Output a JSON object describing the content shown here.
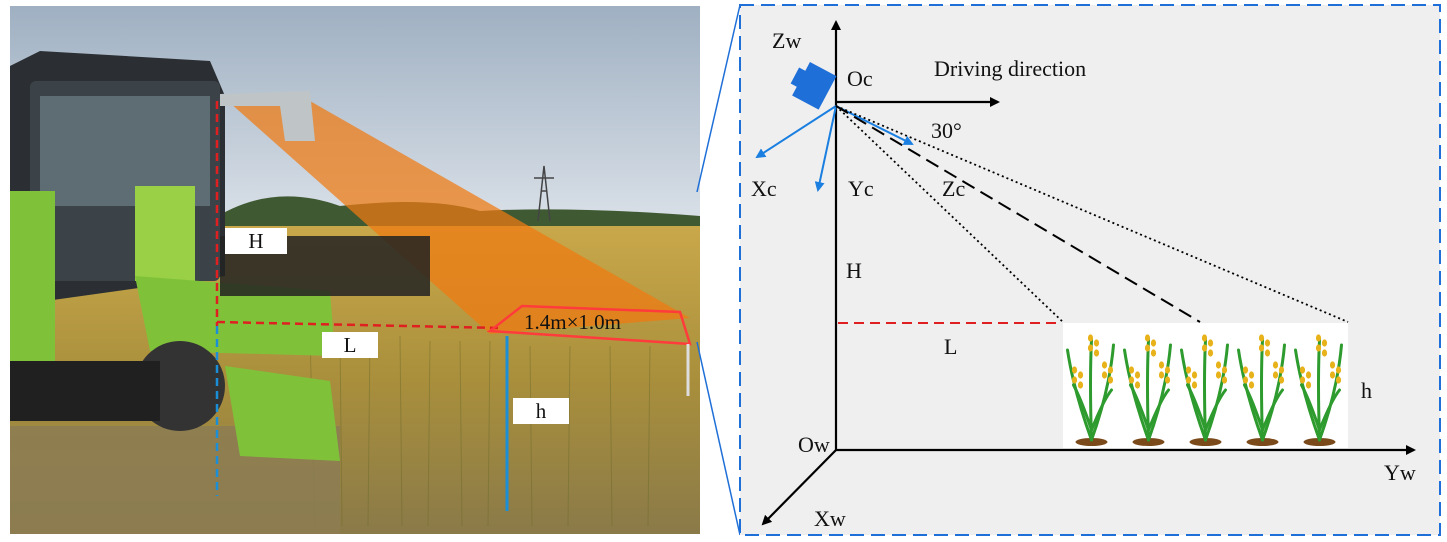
{
  "photo": {
    "labels": {
      "H": "H",
      "L": "L",
      "h": "h",
      "area": "1.4m×1.0m"
    },
    "colors": {
      "sky": "#a9b8c8",
      "field": "#b39a45",
      "harvester": "#7fc23a",
      "camera_fov": "#f07a10",
      "height_line": "#e02020",
      "crop_line": "#1a8fd8",
      "area_box": "#ff3b3b"
    }
  },
  "diagram": {
    "labels": {
      "Zw": "Zw",
      "Oc": "Oc",
      "driving_direction": "Driving direction",
      "angle": "30°",
      "Xc": "Xc",
      "Yc": "Yc",
      "Zc": "Zc",
      "H": "H",
      "L": "L",
      "h": "h",
      "Ow": "Ow",
      "Yw": "Yw",
      "Xw": "Xw"
    },
    "colors": {
      "background": "#efefef",
      "border": "#1f6fd8",
      "axis": "#000000",
      "camera": "#1f6fd8",
      "camera_axes": "#1a7fe0",
      "L_line": "#e02020",
      "crop_stem": "#2e9b2e",
      "crop_grain": "#e8b21a",
      "soil": "#7a4a1a"
    },
    "crop_count": 5
  }
}
